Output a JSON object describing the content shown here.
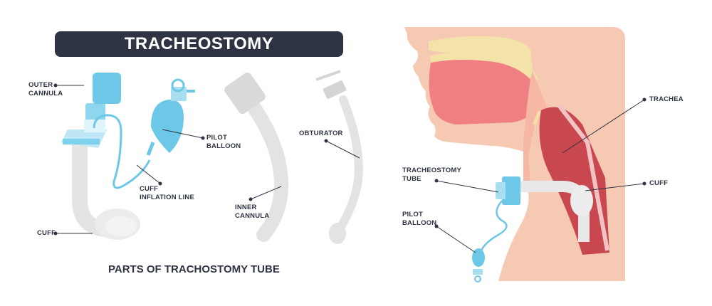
{
  "title": "TRACHEOSTOMY",
  "caption": "PARTS OF TRACHOSTOMY TUBE",
  "parts_labels": {
    "outer_cannula": [
      "OUTER",
      "CANNULA"
    ],
    "pilot_balloon": [
      "PILOT",
      "BALLOON"
    ],
    "cuff_inflation_line": [
      "CUFF",
      "INFLATION LINE"
    ],
    "cuff": "CUFF",
    "inner_cannula": [
      "INNER",
      "CANNULA"
    ],
    "obturator": "OBTURATOR"
  },
  "anatomy_labels": {
    "trachea": "TRACHEA",
    "tracheostomy_tube": [
      "TRACHEOSTOMY",
      "TUBE"
    ],
    "cuff": "CUFF",
    "pilot_balloon": [
      "PILOT",
      "BALLOON"
    ]
  },
  "colors": {
    "title_bg": "#2f3444",
    "text": "#2f3444",
    "device_blue": "#6cc8e6",
    "device_gray": "#e2e2e2",
    "skin": "#f6c9b3",
    "trachea": "#c9474f",
    "mouth": "#f48a8d",
    "bone": "#f3e3a9"
  }
}
